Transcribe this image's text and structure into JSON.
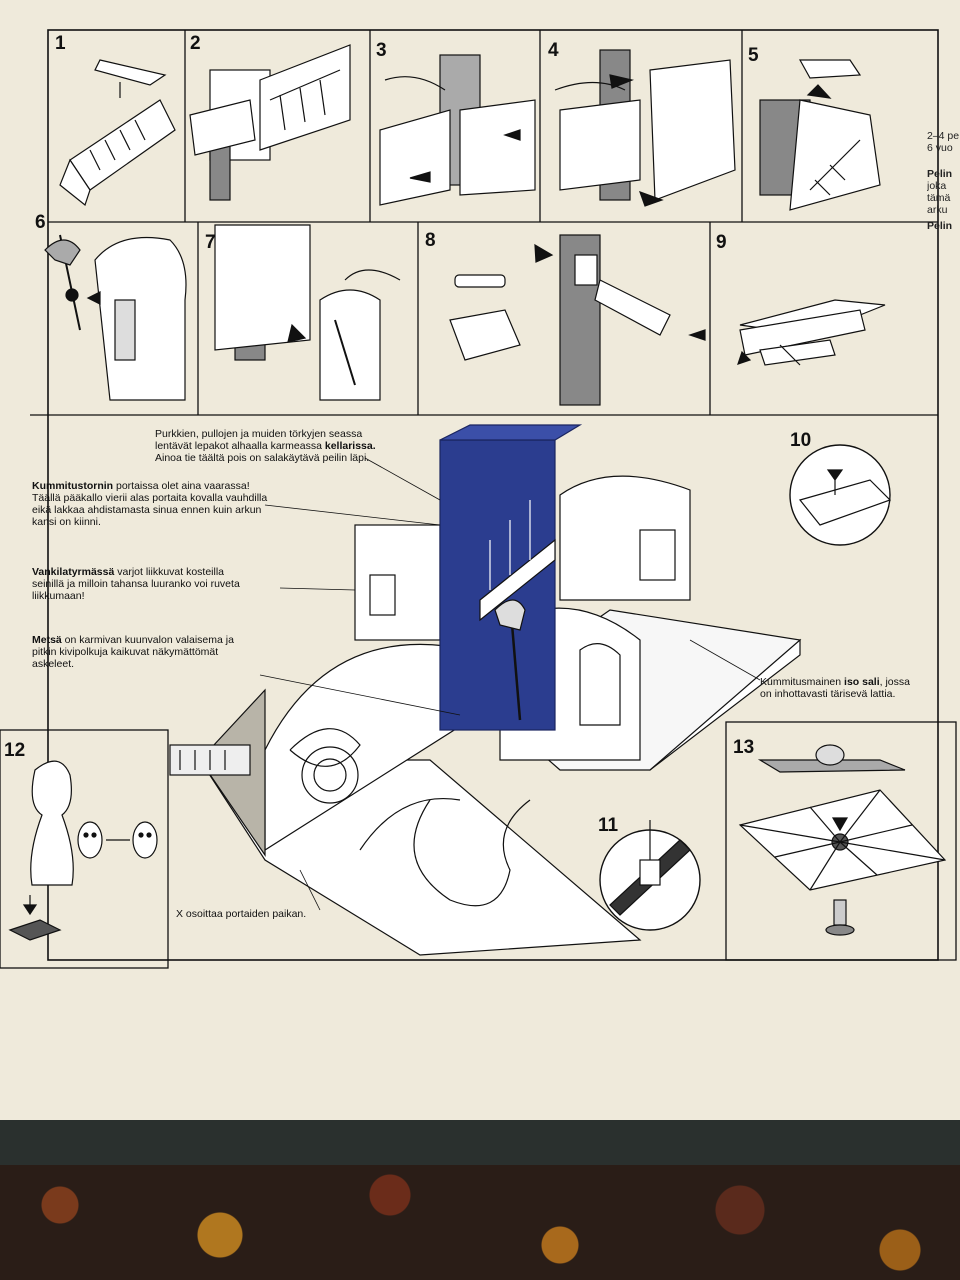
{
  "panels": {
    "p1": "1",
    "p2": "2",
    "p3": "3",
    "p4": "4",
    "p5": "5",
    "p6": "6",
    "p7": "7",
    "p8": "8",
    "p9": "9",
    "p10": "10",
    "p11": "11",
    "p12": "12",
    "p13": "13"
  },
  "side_column": {
    "line1": "2–4 pe",
    "line2": "6 vuo",
    "pelin_label": "Pelin",
    "line3": "joka",
    "line4": "tämä",
    "line5": "arku",
    "pelin2": "Pelin"
  },
  "captions": {
    "cellar": {
      "text1": "Purkkien, pullojen ja muiden törkyjen seassa",
      "text2": "lentävät lepakot alhaalla karmeassa ",
      "bold": "kellarissa.",
      "text3": "Ainoa tie täältä pois on salakäytävä peilin läpi."
    },
    "tower": {
      "bold": "Kummitustornin",
      "text1": " portaissa olet aina vaarassa!",
      "text2": "Täällä pääkallo vierii alas portaita kovalla vauhdilla",
      "text3": "eikä lakkaa ahdistamasta sinua ennen kuin arkun",
      "text4": "kansi on kiinni."
    },
    "dungeon": {
      "bold": "Vankilatyrmässä",
      "text1": " varjot liikkuvat kosteilla",
      "text2": "seinillä ja milloin tahansa luuranko voi ruveta",
      "text3": "liikkumaan!"
    },
    "forest": {
      "bold": "Metsä",
      "text1": " on karmivan kuunvalon valaisema ja",
      "text2": "pitkin kivipolkuja kaikuvat näkymättömät",
      "text3": "askeleet."
    },
    "hall": {
      "text1": "Kummitusmainen ",
      "bold": "iso sali",
      "text2": ", jossa",
      "text3": "on inhottavasti tärisevä lattia."
    },
    "stairs": {
      "text": "X osoittaa portaiden paikan."
    }
  }
}
